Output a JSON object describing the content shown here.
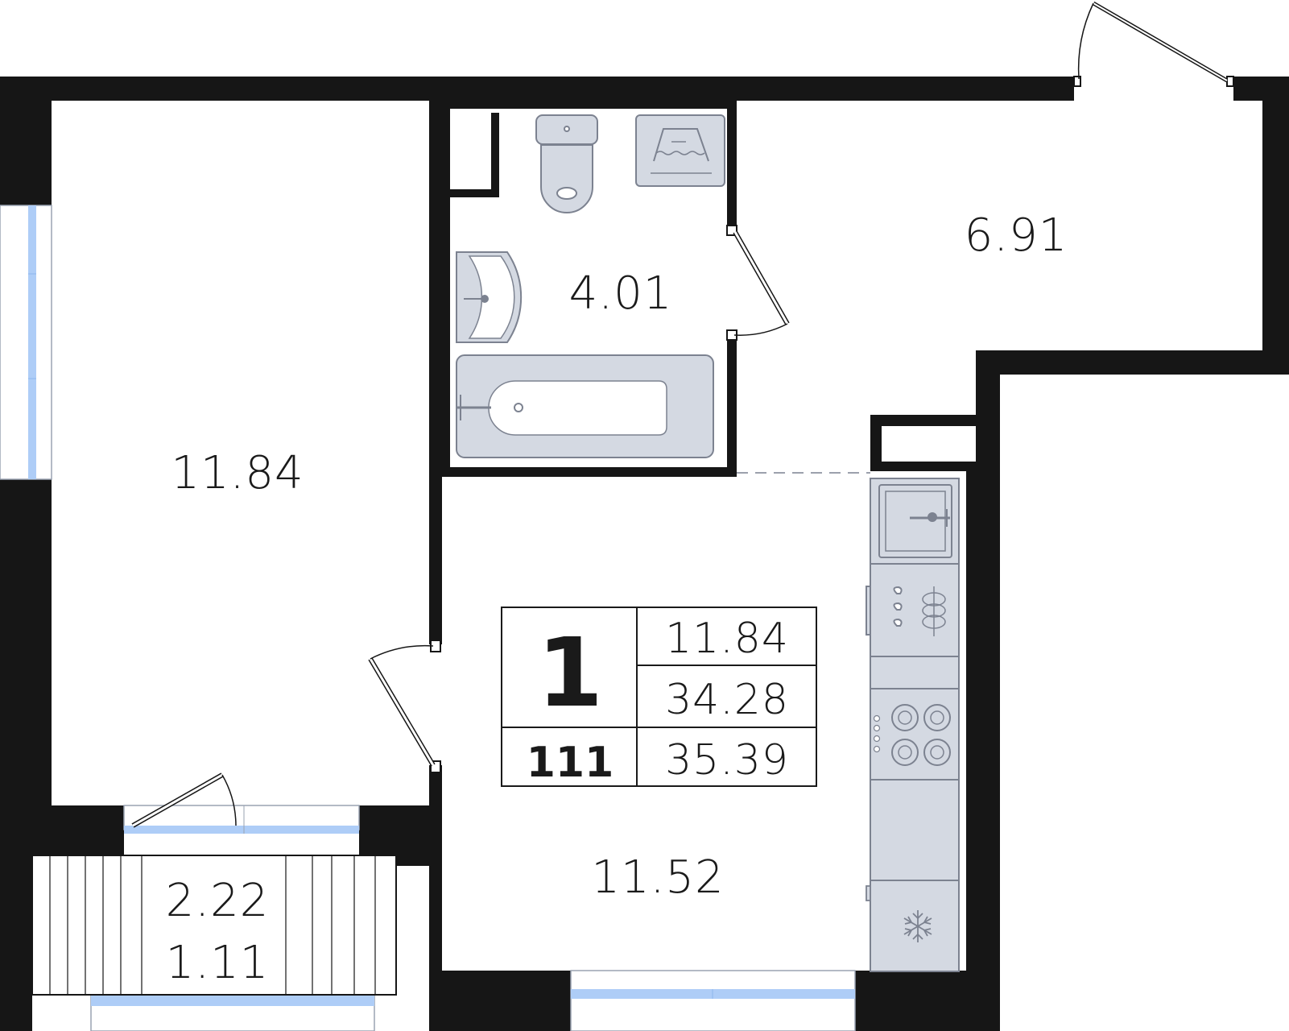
{
  "rooms": {
    "bedroom": {
      "area": "11.84"
    },
    "bathroom": {
      "area": "4.01"
    },
    "hall": {
      "area": "6.91"
    },
    "kitchen_living": {
      "area": "11.52"
    },
    "balcony": {
      "area": "2.22",
      "reduced_area": "1.11"
    }
  },
  "info_box": {
    "room_count": "1",
    "apartment_number": "111",
    "living_area": "11.84",
    "total_area": "34.28",
    "total_area_with_balcony": "35.39"
  },
  "colors": {
    "wall": "#161616",
    "window_glass": "#aecdf7",
    "fixture_fill": "#d4d9e2",
    "fixture_stroke": "#7c8290",
    "line": "#1a1a1a"
  },
  "icons": [
    "toilet-icon",
    "washing-machine-icon",
    "sink-icon",
    "bathtub-icon",
    "kitchen-sink-icon",
    "oven-icon",
    "hob-icon",
    "fridge-snowflake-icon"
  ]
}
